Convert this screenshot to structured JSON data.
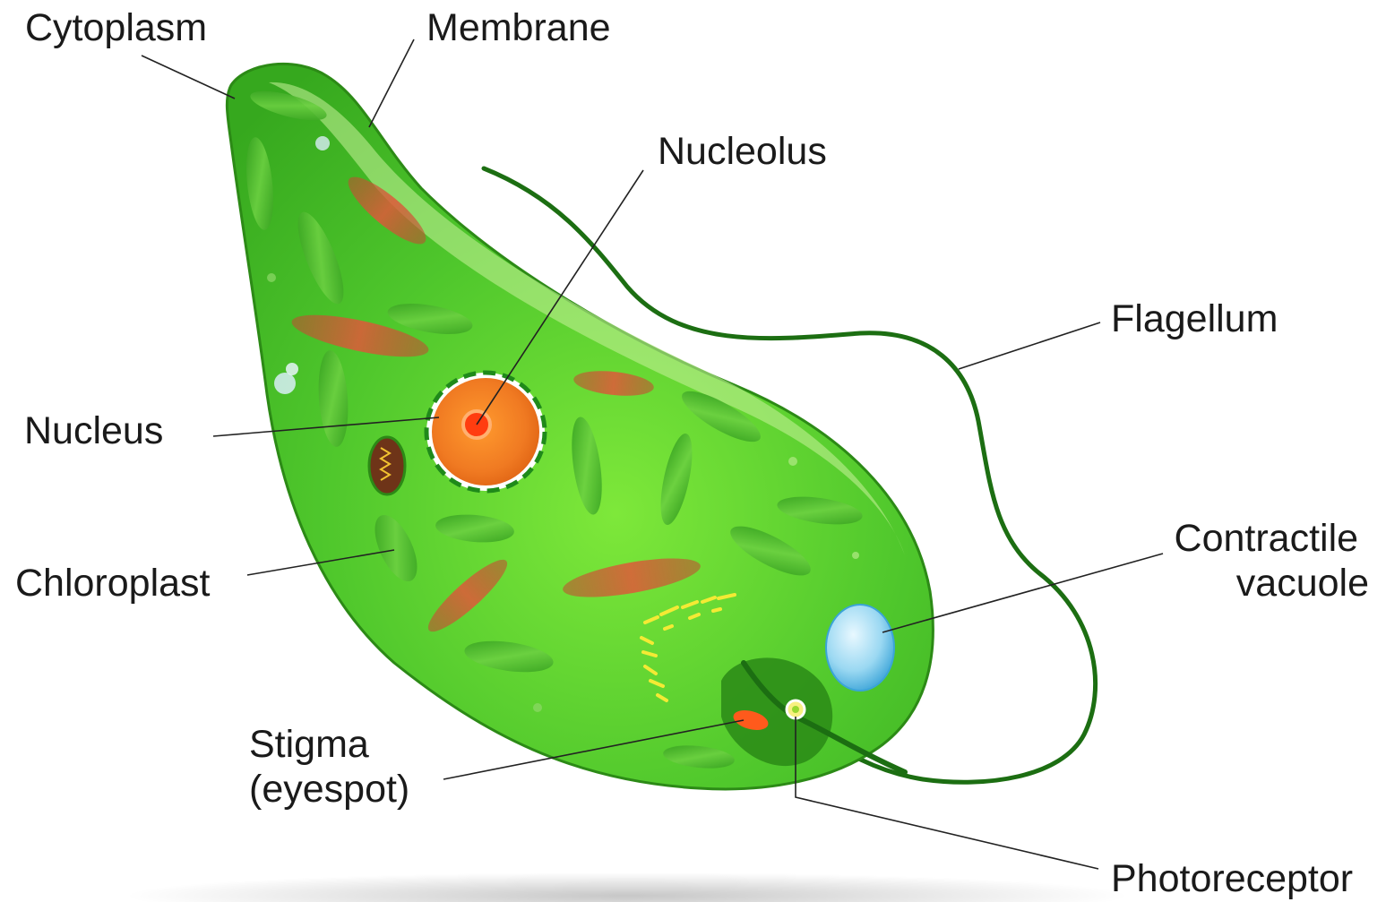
{
  "labels": {
    "cytoplasm": "Cytoplasm",
    "membrane": "Membrane",
    "nucleolus": "Nucleolus",
    "flagellum": "Flagellum",
    "nucleus": "Nucleus",
    "chloroplast": "Chloroplast",
    "contractile_vacuole": [
      "Contractile",
      "vacuole"
    ],
    "stigma": [
      "Stigma",
      "(eyespot)"
    ],
    "photoreceptor": "Photoreceptor"
  },
  "colors": {
    "cell_body": "#4cc62c",
    "cell_light": "#a6ea72",
    "cell_dark": "#2c9a18",
    "chloroplast": "#3aa424",
    "flagellum": "#1c6e12",
    "nucleus": "#f07a22",
    "nucleolus": "#ff3d10",
    "vacuole": "#9ad8f2",
    "stigma": "#ff5a1c",
    "mitochondrion": "#6e3418",
    "reserve_granules": "#f4ea34"
  }
}
